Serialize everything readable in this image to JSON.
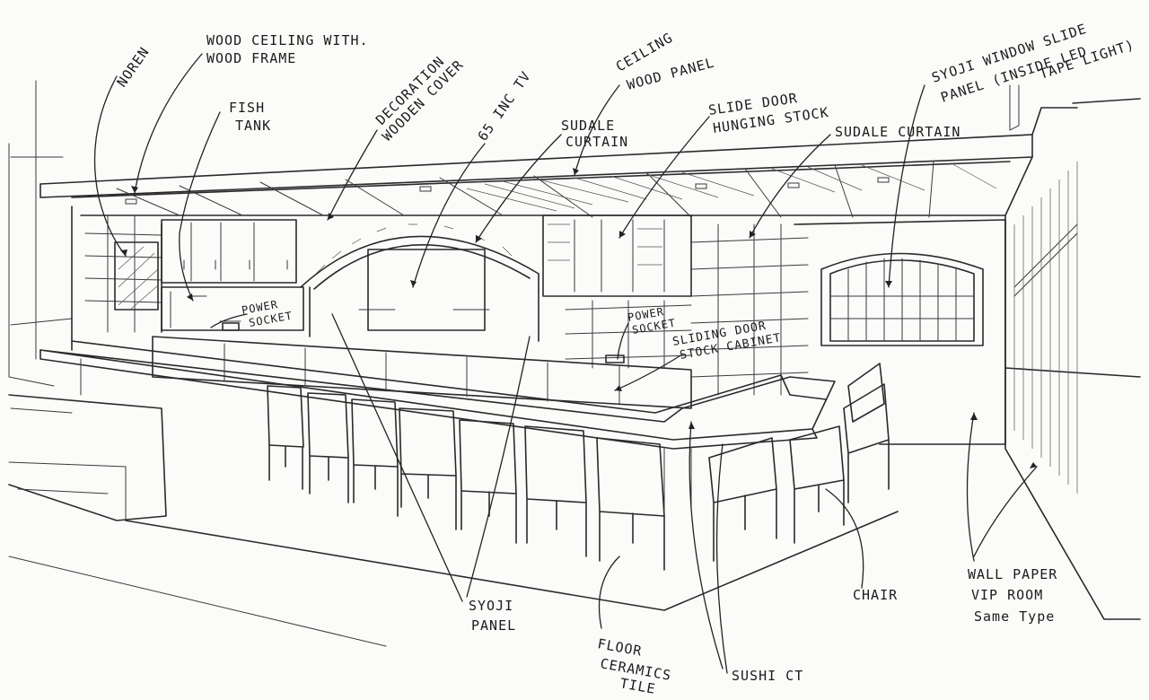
{
  "labels": {
    "noren": "NOREN",
    "wood_ceiling_1": "WOOD CEILING WITH.",
    "wood_ceiling_2": "WOOD FRAME",
    "fish_tank_1": "FISH",
    "fish_tank_2": "TANK",
    "decoration_1": "DECORATION",
    "decoration_2": "WOODEN COVER",
    "tv": "65 INC TV",
    "ceiling_panel_1": "CEILING",
    "ceiling_panel_2": "WOOD PANEL",
    "sudale_curtain_left_1": "SUDALE",
    "sudale_curtain_left_2": "CURTAIN",
    "slide_door_hanging_1": "SLIDE DOOR",
    "slide_door_hanging_2": "HUNGING STOCK",
    "sudale_curtain_right": "SUDALE CURTAIN",
    "syoji_window_1": "SYOJI WINDOW SLIDE",
    "syoji_window_2": "PANEL (INSIDE LED",
    "syoji_window_3": "TAPE LIGHT)",
    "power_socket_left_1": "POWER",
    "power_socket_left_2": "SOCKET",
    "power_socket_right_1": "POWER",
    "power_socket_right_2": "SOCKET",
    "sliding_cabinet_1": "SLIDING DOOR",
    "sliding_cabinet_2": "STOCK CABINET",
    "syoji_panel_1": "SYOJI",
    "syoji_panel_2": "PANEL",
    "floor_1": "FLOOR",
    "floor_2": "CERAMICS",
    "floor_3": "TILE",
    "sushi_ct": "SUSHI CT",
    "chair": "CHAIR",
    "wall_paper_1": "WALL PAPER",
    "wall_paper_2": "VIP ROOM",
    "wall_paper_3": "Same Type"
  }
}
